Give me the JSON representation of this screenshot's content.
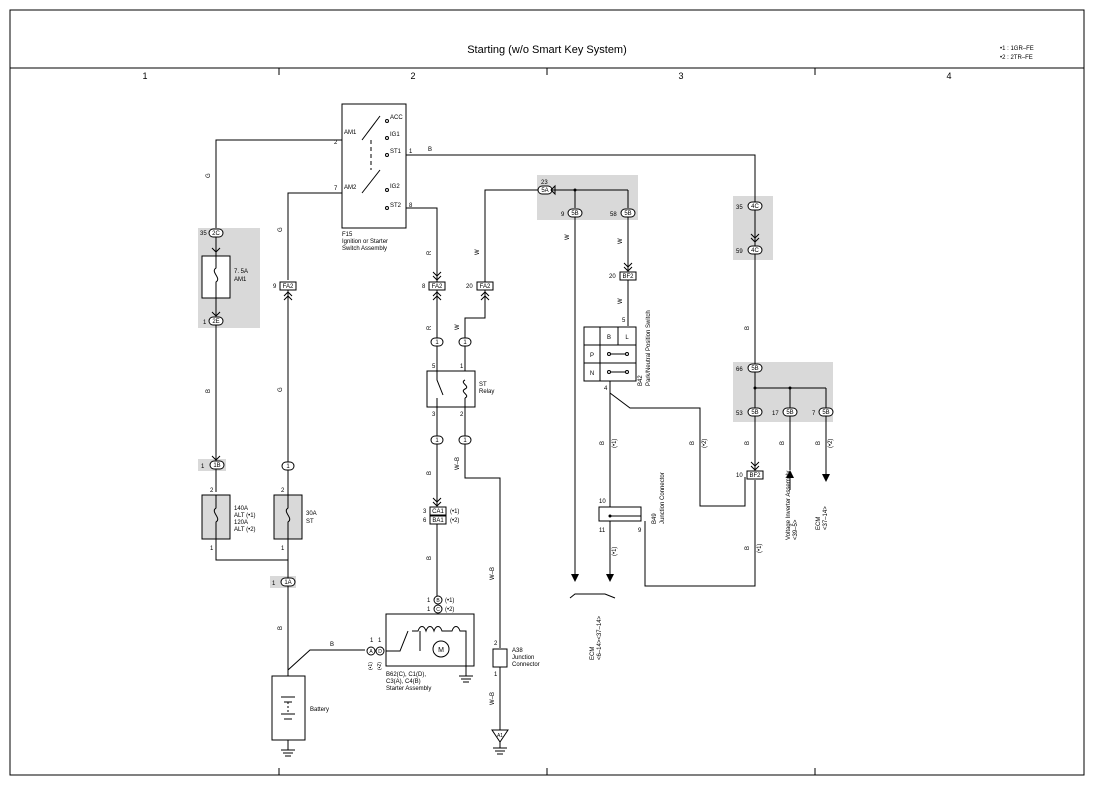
{
  "header": {
    "title": "Starting (w/o Smart Key System)",
    "notes": [
      "•1 : 1GR–FE",
      "•2 : 2TR–FE"
    ]
  },
  "grid": {
    "columns": [
      "1",
      "2",
      "3",
      "4"
    ]
  },
  "components": {
    "ignition_switch": {
      "ref": "F15",
      "name_line1": "Ignition or Starter",
      "name_line2": "Switch Assembly",
      "terminals": [
        "ACC",
        "IG1",
        "ST1",
        "AM1",
        "AM2",
        "IG2",
        "ST2"
      ],
      "pins": [
        "2",
        "7",
        "1",
        "8"
      ]
    },
    "fuse_am1": {
      "rating": "7. 5A",
      "name": "AM1",
      "connector_top": "2C",
      "pin_top": "35",
      "connector_bottom": "2E",
      "pin_bottom": "1"
    },
    "fuse_alt": {
      "line1": "140A",
      "line2": "ALT (•1)",
      "line3": "120A",
      "line4": "ALT (•2)",
      "connector": "1B",
      "pin": "1"
    },
    "fuse_st": {
      "rating": "30A",
      "name": "ST"
    },
    "st_relay": {
      "name_line1": "ST",
      "name_line2": "Relay"
    },
    "pnp_switch": {
      "ref": "B42",
      "name": "Park/Neutral Position Switch",
      "cells": [
        "B",
        "L",
        "P",
        "N"
      ]
    },
    "junction_b49": {
      "ref": "B49",
      "name": "Junction Connector",
      "pins": [
        "10",
        "11",
        "9"
      ]
    },
    "junction_a38": {
      "ref": "A38",
      "name_line1": "Junction",
      "name_line2": "Connector"
    },
    "starter": {
      "line1": "B62(C), C1(D),",
      "line2": "C3(A), C4(B)",
      "line3": "Starter Assembly"
    },
    "battery": {
      "name": "Battery"
    },
    "ground": {
      "name": "A1"
    },
    "voltage_inverter": {
      "line1": "Voltage Inverter Assembly",
      "line2": "<39–5>"
    },
    "ecm_right": {
      "line1": "ECM",
      "line2": "<37–14>"
    },
    "ecm_bottom": {
      "line1": "ECM",
      "line2": "<6–14><37–14>"
    }
  },
  "connectors": {
    "fa2": "FA2",
    "ca1": "CA1",
    "ba1": "BA1",
    "bf2": "BF2",
    "c_5a": "5A",
    "c_5b": "5B",
    "c_4c": "4C",
    "c_1a": "1A",
    "c_1": "1",
    "circle_b": "B",
    "circle_c": "C",
    "circle_a": "A",
    "circle_d": "D"
  },
  "wires": {
    "g": "G",
    "b": "B",
    "r": "R",
    "w": "W",
    "wb": "W–B"
  },
  "variants": {
    "v1": "(•1)",
    "v2": "(•2)"
  },
  "pins": {
    "p1": "1",
    "p2": "2",
    "p3": "3",
    "p4": "4",
    "p5": "5",
    "p6": "6",
    "p7": "7",
    "p8": "8",
    "p9": "9",
    "p10": "10",
    "p11": "11",
    "p17": "17",
    "p20": "20",
    "p23": "23",
    "p35": "35",
    "p53": "53",
    "p58": "58",
    "p59": "59",
    "p66": "66"
  },
  "colors": {
    "line": "#000000",
    "shade": "#d9d9d9",
    "background": "#ffffff"
  }
}
